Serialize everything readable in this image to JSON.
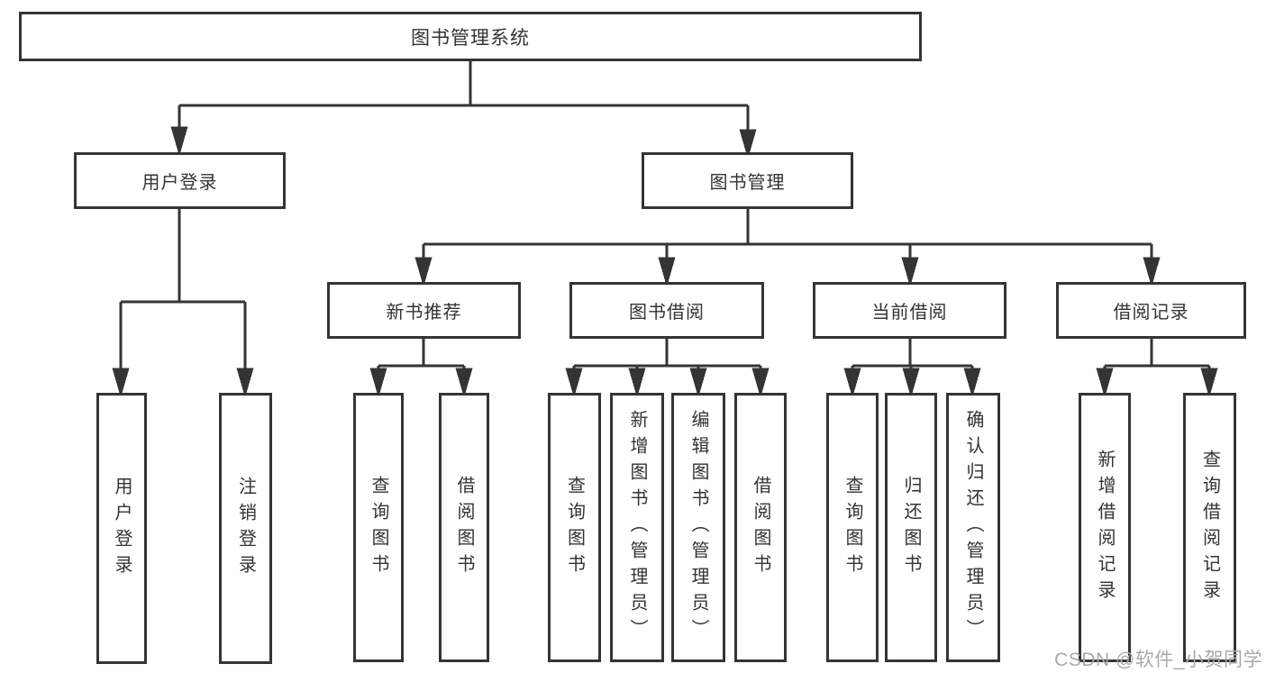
{
  "diagram": {
    "tree": {
      "root": {
        "label": "图书管理系统"
      },
      "level2": [
        {
          "label": "用户登录",
          "children": [
            {
              "label": "用户登录"
            },
            {
              "label": "注销登录"
            }
          ]
        },
        {
          "label": "图书管理",
          "children": [
            {
              "label": "新书推荐",
              "children": [
                {
                  "label": "查询图书"
                },
                {
                  "label": "借阅图书"
                }
              ]
            },
            {
              "label": "图书借阅",
              "children": [
                {
                  "label": "查询图书"
                },
                {
                  "label": "新增图书（管理员）"
                },
                {
                  "label": "编辑图书（管理员）"
                },
                {
                  "label": "借阅图书"
                }
              ]
            },
            {
              "label": "当前借阅",
              "children": [
                {
                  "label": "查询图书"
                },
                {
                  "label": "归还图书"
                },
                {
                  "label": "确认归还（管理员）"
                }
              ]
            },
            {
              "label": "借阅记录",
              "children": [
                {
                  "label": "新增借阅记录"
                },
                {
                  "label": "查询借阅记录"
                }
              ]
            }
          ]
        }
      ]
    },
    "colors": {
      "line": "#343434",
      "box_border": "#343434",
      "text": "#333333",
      "background": "#ffffff",
      "watermark": "#a9a9a9"
    }
  },
  "watermark": {
    "text": "CSDN @软件_小贺同学"
  }
}
